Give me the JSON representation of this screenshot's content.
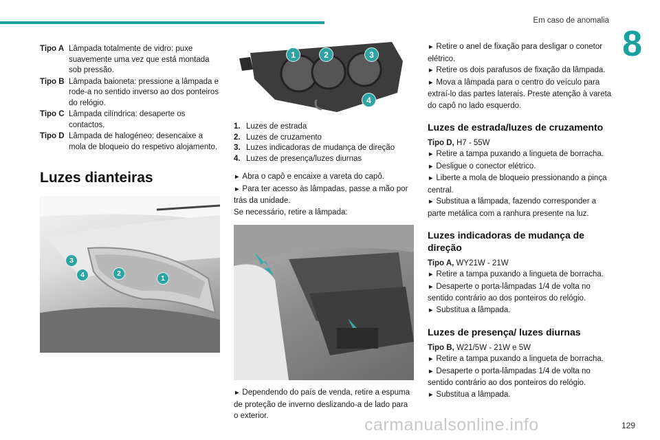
{
  "header": {
    "chapter_title": "Em caso de anomalia",
    "chapter_number": "8"
  },
  "tipos": [
    {
      "label": "Tipo A",
      "text": "Lâmpada totalmente de vidro: puxe suavemente uma vez que está montada sob pressão."
    },
    {
      "label": "Tipo B",
      "text": "Lâmpada baioneta: pressione a lâmpada e rode-a no sentido inverso ao dos ponteiros do relógio."
    },
    {
      "label": "Tipo C",
      "text": "Lâmpada cilíndrica: desaperte os contactos."
    },
    {
      "label": "Tipo D",
      "text": "Lâmpada de halogéneo: desencaixe a mola de bloqueio do respetivo alojamento."
    }
  ],
  "section_title": "Luzes dianteiras",
  "front_badges": [
    "3",
    "4",
    "2",
    "1"
  ],
  "headlamp_badges": [
    "1",
    "2",
    "3",
    "4"
  ],
  "numbered_list": [
    {
      "n": "1.",
      "text": "Luzes de estrada"
    },
    {
      "n": "2.",
      "text": "Luzes de cruzamento"
    },
    {
      "n": "3.",
      "text": "Luzes indicadoras de mudança de direção"
    },
    {
      "n": "4.",
      "text": "Luzes de presença/luzes diurnas"
    }
  ],
  "col2_para": {
    "step1": "Abra o capô e encaixe a vareta do capô.",
    "step2": "Para ter acesso às lâmpadas, passe a mão por trás da unidade.",
    "note": "Se necessário, retire a lâmpada:"
  },
  "col2_bottom": "Dependendo do país de venda, retire a espuma de proteção de inverno deslizando-a de lado para o exterior.",
  "col3_intro": [
    "Retire o anel de fixação para desligar o conetor elétrico.",
    "Retire os dois parafusos de fixação da lâmpada.",
    "Mova a lâmpada para o centro do veículo para extraí-lo das partes laterais. Preste atenção à vareta do capô no lado esquerdo."
  ],
  "sections": [
    {
      "title": "Luzes de estrada/luzes de cruzamento",
      "spec_label": "Tipo D,",
      "spec_value": "H7 - 55W",
      "steps": [
        "Retire a tampa puxando a lingueta de borracha.",
        "Desligue o conector elétrico.",
        "Liberte a mola de bloqueio pressionando a pinça central.",
        "Substitua a lâmpada, fazendo corresponder a parte metálica com a ranhura presente na luz."
      ]
    },
    {
      "title": "Luzes indicadoras de mudança de direção",
      "spec_label": "Tipo A,",
      "spec_value": "WY21W - 21W",
      "steps": [
        "Retire a tampa puxando a lingueta de borracha.",
        "Desaperte o porta-lâmpadas 1/4 de volta no sentido contrário ao dos ponteiros do relógio.",
        "Substitua a lâmpada."
      ]
    },
    {
      "title": "Luzes de presença/ luzes diurnas",
      "spec_label": "Tipo B,",
      "spec_value": "W21/5W - 21W e 5W",
      "steps": [
        "Retire a tampa puxando a lingueta de borracha.",
        "Desaperte o porta-lâmpadas 1/4 de volta no sentido contrário ao dos ponteiros do relógio.",
        "Substitua a lâmpada."
      ]
    }
  ],
  "bullet_glyph": "►",
  "page_number": "129",
  "watermark": "carmanualsonline.info",
  "colors": {
    "accent": "#19a1a0",
    "badge": "#2ea3a1"
  }
}
